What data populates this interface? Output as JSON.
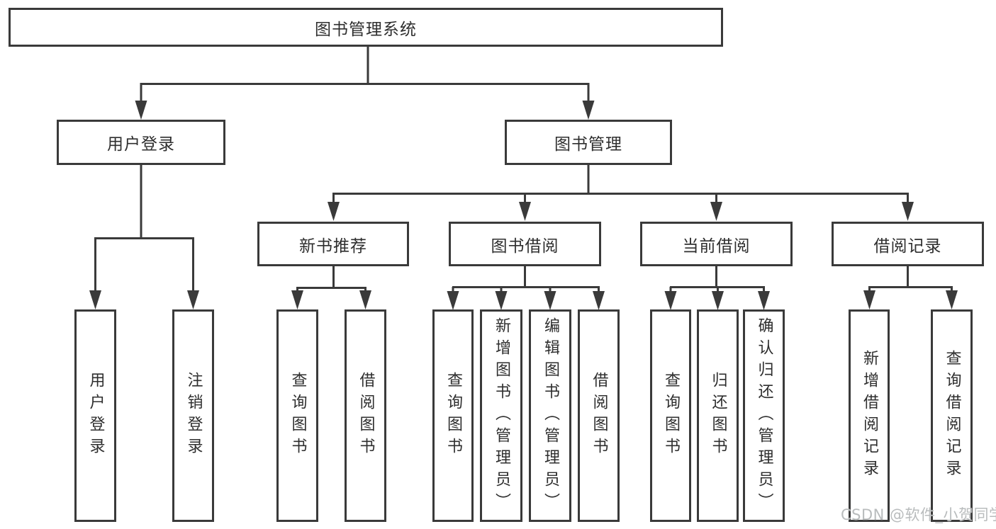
{
  "diagram": {
    "type": "hierarchy-tree",
    "title": "图书管理系统",
    "watermark": "CSDN @软件_小贺同学",
    "colors": {
      "line": "#3a3a3a",
      "box_border": "#3a3a3a",
      "text": "#2e2e2e",
      "watermark": "#b9bcbd",
      "background": "#ffffff"
    },
    "nodes": {
      "root": "图书管理系统",
      "user_login": "用户登录",
      "book_mgmt": "图书管理",
      "new_book_rec": "新书推荐",
      "book_borrow": "图书借阅",
      "current_borrow": "当前借阅",
      "borrow_records": "借阅记录",
      "ul_login": "用户登录",
      "ul_logout": "注销登录",
      "nb_query": "查询图书",
      "nb_borrow": "借阅图书",
      "bb_query": "查询图书",
      "bb_add": "新增图书（管理员）",
      "bb_edit": "编辑图书（管理员）",
      "bb_borrow": "借阅图书",
      "cb_query": "查询图书",
      "cb_return": "归还图书",
      "cb_confirm": "确认归还（管理员）",
      "br_add": "新增借阅记录",
      "br_query": "查询借阅记录"
    },
    "hierarchy": {
      "图书管理系统": {
        "用户登录": [
          "用户登录",
          "注销登录"
        ],
        "图书管理": {
          "新书推荐": [
            "查询图书",
            "借阅图书"
          ],
          "图书借阅": [
            "查询图书",
            "新增图书（管理员）",
            "编辑图书（管理员）",
            "借阅图书"
          ],
          "当前借阅": [
            "查询图书",
            "归还图书",
            "确认归还（管理员）"
          ],
          "借阅记录": [
            "新增借阅记录",
            "查询借阅记录"
          ]
        }
      }
    }
  }
}
